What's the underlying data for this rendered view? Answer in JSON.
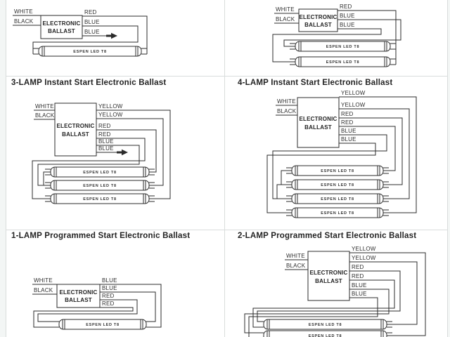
{
  "page": {
    "background": "#ffffff",
    "grid_line_color": "#d9dddc",
    "ink_color": "#2b2b2b",
    "title_color": "#232323"
  },
  "panels": [
    {
      "name": "1-lamp-instant-start",
      "ballast_label": [
        "ELECTRONIC",
        "BALLAST"
      ],
      "input_wires": [
        "WHITE",
        "BLACK"
      ],
      "output_wires": [
        "RED",
        "BLUE",
        "BLUE"
      ],
      "unused_wire_capped": true,
      "lamps": [
        "ESPEN LED T8"
      ]
    },
    {
      "name": "2-lamp-instant-start",
      "ballast_label": [
        "ELECTRONIC",
        "BALLAST"
      ],
      "input_wires": [
        "WHITE",
        "BLACK"
      ],
      "output_wires": [
        "RED",
        "BLUE",
        "BLUE"
      ],
      "unused_wire_capped": false,
      "lamps": [
        "ESPEN LED T8",
        "ESPEN LED T8"
      ]
    },
    {
      "name": "3-lamp-instant-start",
      "title": "3-LAMP Instant Start Electronic Ballast",
      "ballast_label": [
        "ELECTRONIC",
        "BALLAST"
      ],
      "input_wires": [
        "WHITE",
        "BLACK"
      ],
      "output_wires": [
        "YELLOW",
        "YELLOW",
        "RED",
        "RED",
        "BLUE",
        "BLUE"
      ],
      "unused_wire_capped": true,
      "lamps": [
        "ESPEN LED T8",
        "ESPEN LED T8",
        "ESPEN LED T8"
      ]
    },
    {
      "name": "4-lamp-instant-start",
      "title": "4-LAMP Instant Start Electronic Ballast",
      "ballast_label": [
        "ELECTRONIC",
        "BALLAST"
      ],
      "input_wires": [
        "WHITE",
        "BLACK"
      ],
      "output_wires": [
        "YELLOW",
        "YELLOW",
        "RED",
        "RED",
        "BLUE",
        "BLUE"
      ],
      "unused_wire_capped": false,
      "lamps": [
        "ESPEN LED T8",
        "ESPEN LED T8",
        "ESPEN LED T8",
        "ESPEN LED T8"
      ]
    },
    {
      "name": "1-lamp-programmed-start",
      "title": "1-LAMP  Programmed Start Electronic Ballast",
      "ballast_label": [
        "ELECTRONIC",
        "BALLAST"
      ],
      "input_wires": [
        "WHITE",
        "BLACK"
      ],
      "output_wires": [
        "BLUE",
        "BLUE",
        "RED",
        "RED"
      ],
      "unused_wire_capped": false,
      "lamps": [
        "ESPEN LED T8"
      ]
    },
    {
      "name": "2-lamp-programmed-start",
      "title": "2-LAMP  Programmed Start Electronic Ballast",
      "ballast_label": [
        "ELECTRONIC",
        "BALLAST"
      ],
      "input_wires": [
        "WHITE",
        "BLACK"
      ],
      "output_wires": [
        "YELLOW",
        "YELLOW",
        "RED",
        "RED",
        "BLUE",
        "BLUE"
      ],
      "unused_wire_capped": false,
      "lamps": [
        "ESPEN LED T8",
        "ESPEN LED T8"
      ]
    }
  ]
}
